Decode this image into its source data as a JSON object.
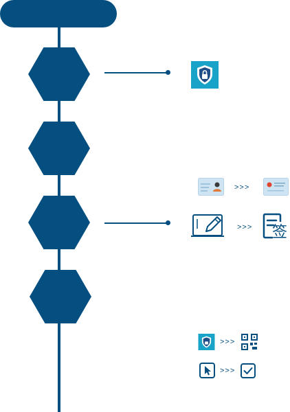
{
  "colors": {
    "primary": "#054f80",
    "accent": "#1aa3c8",
    "card": "#cfe4f2"
  },
  "steps": [
    "hexagon-1",
    "hexagon-2",
    "hexagon-3",
    "hexagon-4"
  ],
  "separator": ">>>",
  "icons": {
    "step1": [
      "shield-lock-icon"
    ],
    "step3": [
      "id-card-front-icon",
      "id-card-back-icon",
      "tablet-pen-icon",
      "sign-document-icon"
    ],
    "step4": [
      "shield-lock-small-icon",
      "qr-code-icon",
      "cursor-click-icon",
      "checkbox-icon"
    ]
  },
  "sign_glyph": "签"
}
